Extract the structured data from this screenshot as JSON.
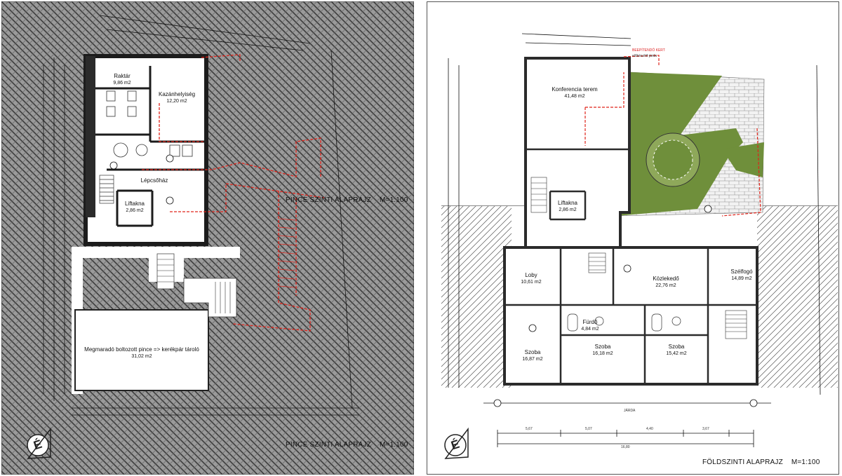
{
  "left_plan": {
    "title": "PINCE SZINTI ALAPRAJZ",
    "scale": "M=1:100",
    "overlay_title": "PINCE SZINTI ALAPRAJZ",
    "overlay_scale": "M=1:100",
    "north": "É",
    "rooms": [
      {
        "name": "Raktár",
        "area": "9,86 m2"
      },
      {
        "name": "Kazánhelyiség",
        "area": "12,20 m2"
      },
      {
        "name": "Lépcsőház",
        "area": ""
      },
      {
        "name": "Liftakna",
        "area": "2,86 m2"
      },
      {
        "name": "Megmaradó boltozott pince => kerékpár tároló",
        "area": "31,02 m2"
      }
    ]
  },
  "right_plan": {
    "title": "FÖLDSZINTI ALAPRAJZ",
    "scale": "M=1:100",
    "north": "É",
    "red_note": "BEEPÍTENDŐ KERT",
    "note": "előkészítő járda",
    "street": "JÁRDA",
    "rooms": [
      {
        "name": "Konferencia terem",
        "area": "41,48 m2"
      },
      {
        "name": "Liftakna",
        "area": "2,86 m2"
      },
      {
        "name": "Loby",
        "area": "10,61 m2"
      },
      {
        "name": "Közlekedő",
        "area": "22,76 m2"
      },
      {
        "name": "Szélfogó",
        "area": "14,89 m2"
      },
      {
        "name": "Szoba",
        "area": "16,87 m2"
      },
      {
        "name": "Fürdő",
        "area": "4,84 m2"
      },
      {
        "name": "Szoba",
        "area": "16,18 m2"
      },
      {
        "name": "Szoba",
        "area": "15,42 m2"
      }
    ],
    "dimensions": [
      "5,67",
      "5,07",
      "4,40",
      "3,67",
      "16,80"
    ]
  },
  "colors": {
    "garden_green": "#6f8f3b",
    "wall": "#2b2b2b",
    "red_line": "#e0241b",
    "hatch_bg": "#8a8a8a"
  }
}
